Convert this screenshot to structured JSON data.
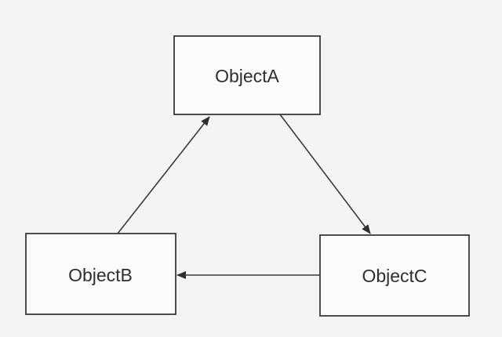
{
  "diagram": {
    "nodes": {
      "a": {
        "label": "ObjectA"
      },
      "b": {
        "label": "ObjectB"
      },
      "c": {
        "label": "ObjectC"
      }
    },
    "edges": [
      {
        "from": "b",
        "to": "a"
      },
      {
        "from": "a",
        "to": "c"
      },
      {
        "from": "c",
        "to": "b"
      }
    ]
  }
}
